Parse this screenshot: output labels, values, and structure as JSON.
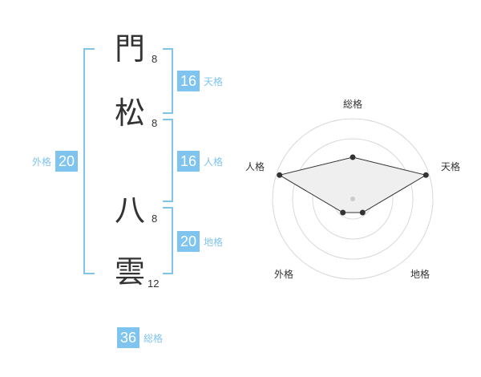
{
  "name": {
    "characters": [
      {
        "char": "門",
        "strokes": "8"
      },
      {
        "char": "松",
        "strokes": "8"
      },
      {
        "char": "八",
        "strokes": "8"
      },
      {
        "char": "雲",
        "strokes": "12"
      }
    ]
  },
  "kaku": {
    "tenkaku": {
      "value": "16",
      "label": "天格"
    },
    "jinkaku": {
      "value": "16",
      "label": "人格"
    },
    "chikaku": {
      "value": "20",
      "label": "地格"
    },
    "gaikaku": {
      "value": "20",
      "label": "外格"
    },
    "soukaku": {
      "value": "36",
      "label": "総格"
    }
  },
  "radar": {
    "axes": [
      "総格",
      "天格",
      "地格",
      "外格",
      "人格"
    ],
    "values": [
      0.52,
      0.96,
      0.21,
      0.21,
      0.96
    ]
  },
  "colors": {
    "accent": "#7fc4ee",
    "text": "#333333",
    "fill": "#efefef"
  }
}
